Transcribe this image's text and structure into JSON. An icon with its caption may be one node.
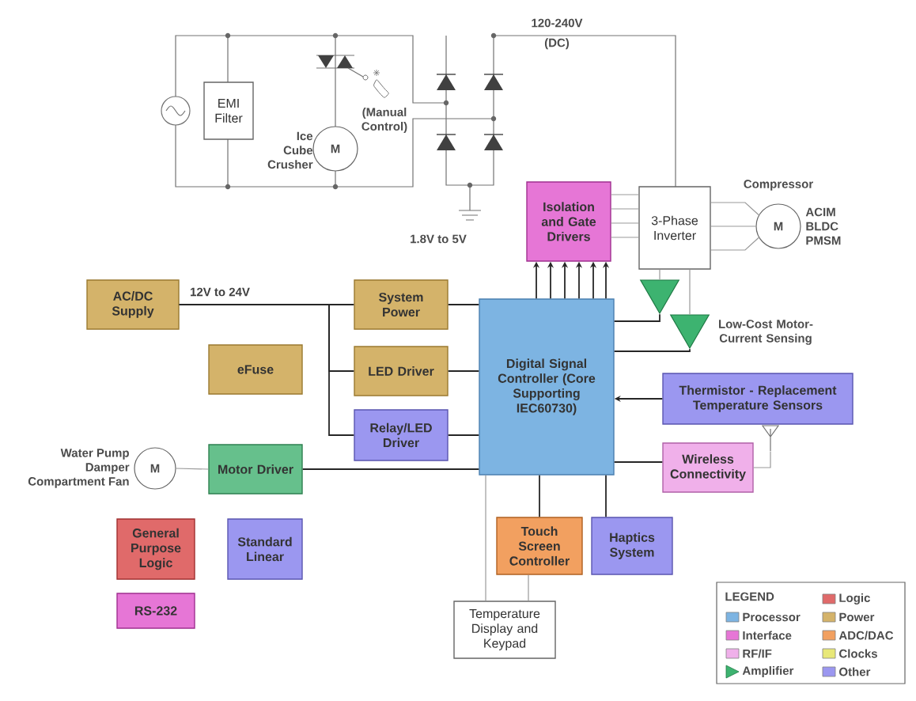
{
  "diagram": {
    "nodes": [
      {
        "text": [
          "EMI Filter"
        ]
      },
      {
        "text": [
          "M"
        ],
        "beside": [
          "Ice Cube Crusher"
        ]
      },
      {
        "text": [
          "Isolation and Gate Drivers"
        ]
      },
      {
        "text": [
          "3-Phase Inverter"
        ]
      },
      {
        "text": [
          "M"
        ],
        "beside": [
          "Compressor",
          "ACIM BLDC PMSM"
        ]
      },
      {
        "text": [
          "AC/DC Supply"
        ]
      },
      {
        "text": [
          "System Power"
        ]
      },
      {
        "text": [
          "eFuse"
        ]
      },
      {
        "text": [
          "LED Driver"
        ]
      },
      {
        "text": [
          "Relay/LED Driver"
        ]
      },
      {
        "text": [
          "Digital Signal Controller (Core Supporting IEC60730)"
        ]
      },
      {
        "text": [],
        "shape": "triangle"
      },
      {
        "text": [],
        "shape": "triangle"
      },
      {
        "text": [
          "Thermistor - Replacement Temperature Sensors"
        ]
      },
      {
        "text": [
          "Wireless Connectivity"
        ]
      },
      {
        "text": [],
        "shape": "antenna"
      },
      {
        "text": [
          "M"
        ],
        "beside": [
          "Water Pump Damper Compartment Fan"
        ]
      },
      {
        "text": [
          "Motor Driver"
        ]
      },
      {
        "text": [
          "General Purpose Logic"
        ]
      },
      {
        "text": [
          "Standard Linear"
        ]
      },
      {
        "text": [
          "RS-232"
        ]
      },
      {
        "text": [
          "Touch Screen Controller"
        ]
      },
      {
        "text": [
          "Haptics System"
        ]
      },
      {
        "text": [
          "Temperature Display and Keypad"
        ]
      }
    ],
    "edges": [
      {
        "from": 5,
        "to": 6,
        "arrow": "none",
        "label": "12V to 24V"
      },
      {
        "from": 5,
        "to": 8,
        "arrow": "none"
      },
      {
        "from": 5,
        "to": 9,
        "arrow": "none"
      },
      {
        "from": 6,
        "to": 10,
        "arrow": "none"
      },
      {
        "from": 8,
        "to": 10,
        "arrow": "none"
      },
      {
        "from": 9,
        "to": 10,
        "arrow": "none"
      },
      {
        "from": 10,
        "to": 2,
        "arrow": "to"
      },
      {
        "from": 10,
        "to": 2,
        "arrow": "to"
      },
      {
        "from": 10,
        "to": 2,
        "arrow": "to"
      },
      {
        "from": 10,
        "to": 2,
        "arrow": "to"
      },
      {
        "from": 10,
        "to": 2,
        "arrow": "to"
      },
      {
        "from": 10,
        "to": 2,
        "arrow": "to"
      },
      {
        "from": 2,
        "to": 3,
        "arrow": "none",
        "color": "#999999"
      },
      {
        "from": 2,
        "to": 3,
        "arrow": "none",
        "color": "#999999"
      },
      {
        "from": 2,
        "to": 3,
        "arrow": "none",
        "color": "#999999"
      },
      {
        "from": 2,
        "to": 3,
        "arrow": "none",
        "color": "#999999"
      },
      {
        "from": 3,
        "to": 4,
        "arrow": "none",
        "color": "#999999"
      },
      {
        "from": 3,
        "to": 4,
        "arrow": "none",
        "color": "#999999"
      },
      {
        "from": 3,
        "to": 4,
        "arrow": "none",
        "color": "#999999"
      },
      {
        "from": 3,
        "to": 11,
        "arrow": "none",
        "color": "#999999"
      },
      {
        "from": 11,
        "to": 10,
        "arrow": "none"
      },
      {
        "from": 3,
        "to": 12,
        "arrow": "none",
        "color": "#999999"
      },
      {
        "from": 12,
        "to": 10,
        "arrow": "none"
      },
      {
        "from": 13,
        "to": 10,
        "arrow": "to"
      },
      {
        "from": 10,
        "to": 14,
        "arrow": "none"
      },
      {
        "from": 14,
        "to": 15,
        "arrow": "none",
        "color": "#999999"
      },
      {
        "from": 16,
        "to": 17,
        "arrow": "none",
        "color": "#999999"
      },
      {
        "from": 17,
        "to": 10,
        "arrow": "none"
      },
      {
        "from": 10,
        "to": 21,
        "arrow": "none"
      },
      {
        "from": 10,
        "to": 22,
        "arrow": "none"
      },
      {
        "from": 10,
        "to": 23,
        "arrow": "none",
        "color": "#999999"
      },
      {
        "from": 21,
        "to": 23,
        "arrow": "none",
        "color": "#999999"
      }
    ],
    "labels": [
      "120-240V (DC)",
      "(Manual Control)",
      "1.8V to 5V",
      "Low-Cost Motor-Current Sensing",
      "LEGEND"
    ],
    "legend": [
      {
        "text": "Processor",
        "color": "#7db4e2"
      },
      {
        "text": "Interface",
        "color": "#e676d6"
      },
      {
        "text": "RF/IF",
        "color": "#f0b0ea"
      },
      {
        "text": "Amplifier"
      },
      {
        "text": "Logic",
        "color": "#e06a6a"
      },
      {
        "text": "Power",
        "color": "#d4b36a"
      },
      {
        "text": "ADC/DAC",
        "color": "#f2a060"
      },
      {
        "text": "Clocks",
        "color": "#e8e878"
      },
      {
        "text": "Other",
        "color": "#9b97f0"
      }
    ]
  }
}
